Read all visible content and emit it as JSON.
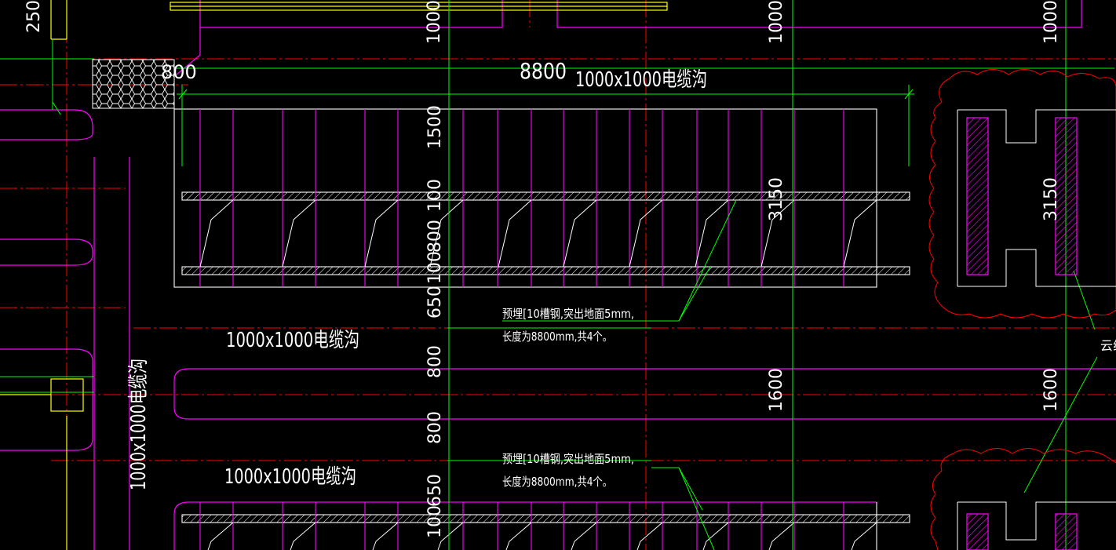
{
  "colors": {
    "background": "#000000",
    "wall": "#ff00ff",
    "axis": "#ff0000",
    "dimension": "#00ff00",
    "outline": "#ffffff",
    "rebar": "#00ff00",
    "yellow": "#ffff00",
    "cloud": "#ff0000"
  },
  "labels": {
    "top_left_partial": "250",
    "dim_8800": "8800",
    "dim_800_partial": "800",
    "trench_top": "1000x1000电缆沟",
    "trench_mid": "1000x1000电缆沟",
    "trench_lower": "1000x1000电缆沟",
    "trench_vertical": "1000x1000电缆沟",
    "dim_1000_a": "1000",
    "dim_1000_b": "1000",
    "dim_1000_c": "1000",
    "dim_1500": "1500",
    "dim_100_a": "100",
    "dim_800_a": "800",
    "dim_100_b": "100",
    "dim_650_a": "650",
    "dim_800_b": "800",
    "dim_800_c": "800",
    "dim_650_b": "650",
    "dim_100_c": "100",
    "dim_3150_a": "3150",
    "dim_3150_b": "3150",
    "dim_1600_a": "1600",
    "dim_1600_b": "1600",
    "cloud_label": "云线",
    "note1_line1": "预埋[10槽钢,突出地面5mm,",
    "note1_line2": "长度为8800mm,共4个。",
    "note2_line1": "预埋[10槽钢,突出地面5mm,",
    "note2_line2": "长度为8800mm,共4个。"
  }
}
